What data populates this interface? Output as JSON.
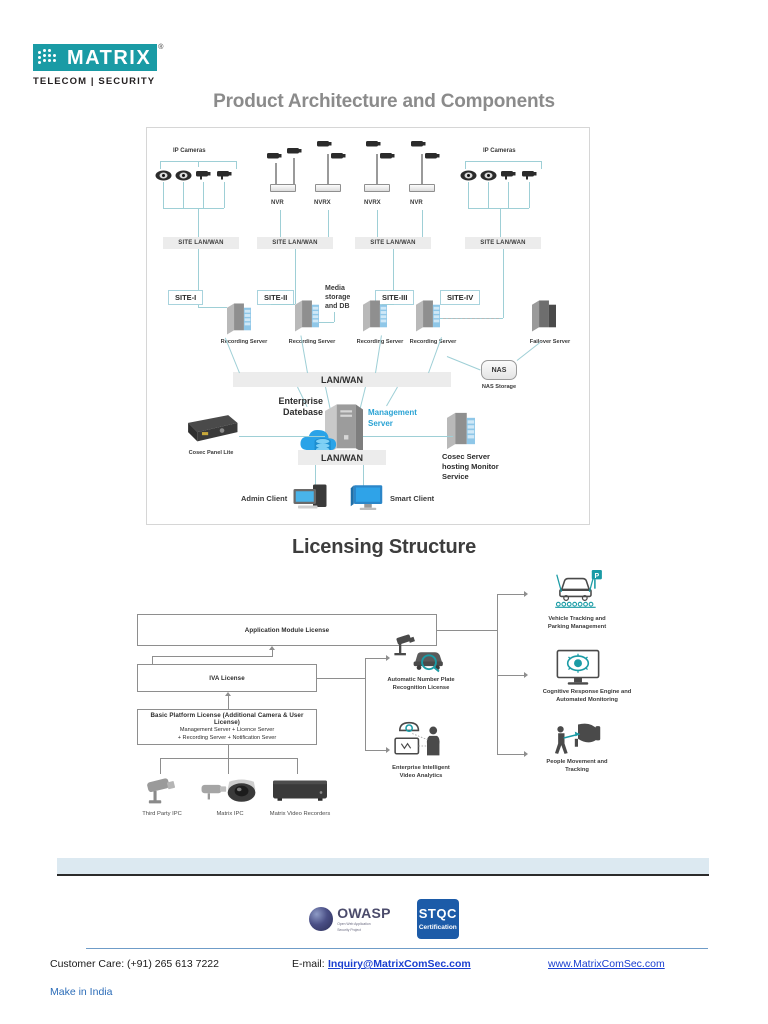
{
  "brand": {
    "name": "MATRIX",
    "registered": "®",
    "tagline": "TELECOM | SECURITY",
    "accent_color": "#1a9ba5"
  },
  "headings": {
    "architecture": "Product Architecture and Components",
    "licensing": "Licensing Structure"
  },
  "architecture": {
    "camera_group_left_label": "IP Cameras",
    "camera_group_right_label": "IP Cameras",
    "nvr_labels": [
      "NVR",
      "NVRX",
      "NVRX",
      "NVR"
    ],
    "site_lan_bars": [
      "SITE  LAN/WAN",
      "SITE  LAN/WAN",
      "SITE  LAN/WAN",
      "SITE  LAN/WAN"
    ],
    "sites": [
      "SITE-I",
      "SITE-II",
      "SITE-III",
      "SITE-IV"
    ],
    "media_storage_label": "Media\nstorage\nand DB",
    "media_storage_lines": [
      "Media",
      "storage",
      "and DB"
    ],
    "recording_server_label": "Recording Server",
    "failover_server_label": "Failover Server",
    "nas_box_label": "NAS",
    "nas_caption": "NAS Storage",
    "lan_wan_top": "LAN/WAN",
    "lan_wan_bottom": "LAN/WAN",
    "enterprise_database_lines": [
      "Enterprise",
      "Datebase"
    ],
    "management_server_lines": [
      "Management",
      "Server"
    ],
    "management_server_color": "#2aa3d4",
    "cosec_panel_label": "Cosec Panel Lite",
    "cosec_server_lines": [
      "Cosec Server",
      "hosting Monitor",
      "Service"
    ],
    "admin_client_label": "Admin Client",
    "smart_client_label": "Smart Client"
  },
  "licensing": {
    "application_module_license": "Application Module License",
    "iva_license": "IVA License",
    "basic_platform": {
      "title": "Basic Platform License (Additional Camera & User License)",
      "line1": "Management Server + Licence Server",
      "line2": "+ Recording Server + Notification Sever"
    },
    "middle_features": [
      {
        "caption_line1": "Automatic Number Plate",
        "caption_line2": "Recognition License",
        "icon": "anpr-icon"
      },
      {
        "caption_line1": "Enterprise Intelligent",
        "caption_line2": "Video Analytics",
        "icon": "video-analytics-icon"
      }
    ],
    "right_features": [
      {
        "caption_line1": "Vehicle Tracking and",
        "caption_line2": "Parking Management",
        "icon": "vehicle-parking-icon"
      },
      {
        "caption_line1": "Cognitive Response Engine and",
        "caption_line2": "Automated Monitoring",
        "icon": "cognitive-monitor-icon"
      },
      {
        "caption_line1": "People Movement and",
        "caption_line2": "Tracking",
        "icon": "people-tracking-icon"
      }
    ],
    "devices": [
      {
        "label": "Third Party IPC",
        "icon": "bullet-camera-icon"
      },
      {
        "label": "Matrix IPC",
        "icon": "matrix-camera-icon"
      },
      {
        "label": "Matrix Video Recorders",
        "icon": "video-recorder-icon"
      }
    ],
    "accent_color": "#1a9ba5"
  },
  "certifications": [
    {
      "name": "OWASP",
      "tagline_line1": "Open Web Application",
      "tagline_line2": "Security Project",
      "icon": "owasp-logo"
    },
    {
      "name": "STQC",
      "sub": "Certification",
      "icon": "stqc-logo"
    }
  ],
  "footer": {
    "customer_care": "Customer Care: (+91) 265 613 7222",
    "email_label": "E-mail:",
    "email": "Inquiry@MatrixComSec.com",
    "website": "www.MatrixComSec.com",
    "make_in_india": "Make in India"
  }
}
